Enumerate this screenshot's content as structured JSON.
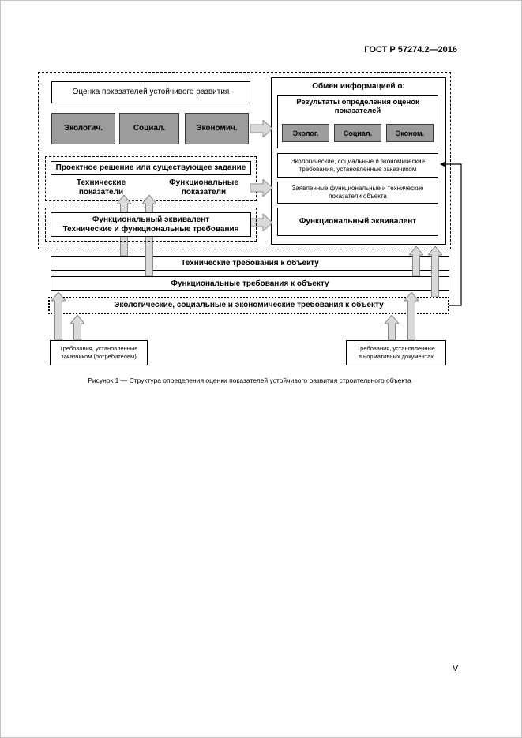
{
  "page": {
    "doc_number": "ГОСТ Р 57274.2—2016",
    "figure_caption": "Рисунок 1 — Структура определения оценки показателей устойчивого развития строительного объекта",
    "page_number": "V"
  },
  "assessment": {
    "title": "Оценка показателей устойчивого развития",
    "indicators": [
      {
        "label": "Экологич."
      },
      {
        "label": "Социал."
      },
      {
        "label": "Экономич."
      }
    ]
  },
  "project": {
    "title": "Проектное решение или существующее задание",
    "technical_label": "Технические\nпоказатели",
    "functional_label": "Функциональные\nпоказатели"
  },
  "equivalent": {
    "line1": "Функциональный эквивалент",
    "line2": "Технические и функциональные требования"
  },
  "exchange": {
    "title": "Обмен информацией о:",
    "results": {
      "title": "Результаты определения оценок\nпоказателей",
      "indicators": [
        {
          "label": "Эколог."
        },
        {
          "label": "Социал."
        },
        {
          "label": "Эконом."
        }
      ]
    },
    "items": [
      {
        "label": "Экологические, социальные и экономические\nтребования, установленные заказчиком"
      },
      {
        "label": "Заявленные функциональные и технические\nпоказатели объекта"
      },
      {
        "label": "Функциональный эквивалент"
      }
    ]
  },
  "requirement_bars": [
    {
      "label": "Технические требования к объекту"
    },
    {
      "label": "Функциональные требования к объекту"
    },
    {
      "label": "Экологические, социальные и экономические требования к объекту"
    }
  ],
  "sources": {
    "customer": "Требования, установленные\nзаказчиком (потребителем)",
    "normative": "Требования, установленные\nв нормативных документах"
  },
  "colors": {
    "indicator_fill": "#9c9c9c",
    "arrow_fill": "#d9d9d9",
    "arrow_stroke": "#8a8a8a"
  }
}
